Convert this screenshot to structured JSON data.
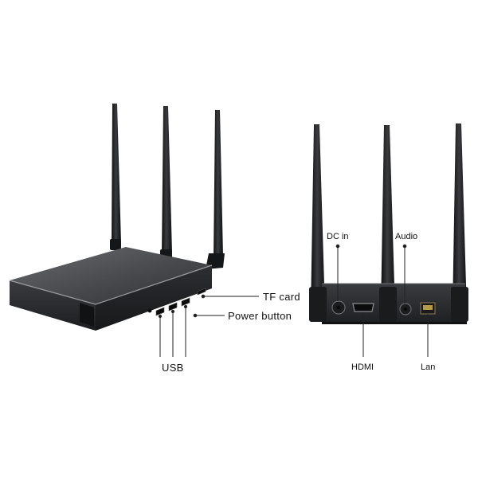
{
  "left_device": {
    "callouts": {
      "tf_card": "TF card",
      "power_button": "Power button",
      "usb": "USB"
    }
  },
  "right_device": {
    "callouts": {
      "dc_in": "DC in",
      "audio": "Audio",
      "hdmi": "HDMI",
      "lan": "Lan"
    }
  },
  "colors": {
    "device_body": "#2b2d30",
    "device_top": "#4a4c50",
    "antenna": "#1a1b1d",
    "leader_line": "#222222"
  }
}
